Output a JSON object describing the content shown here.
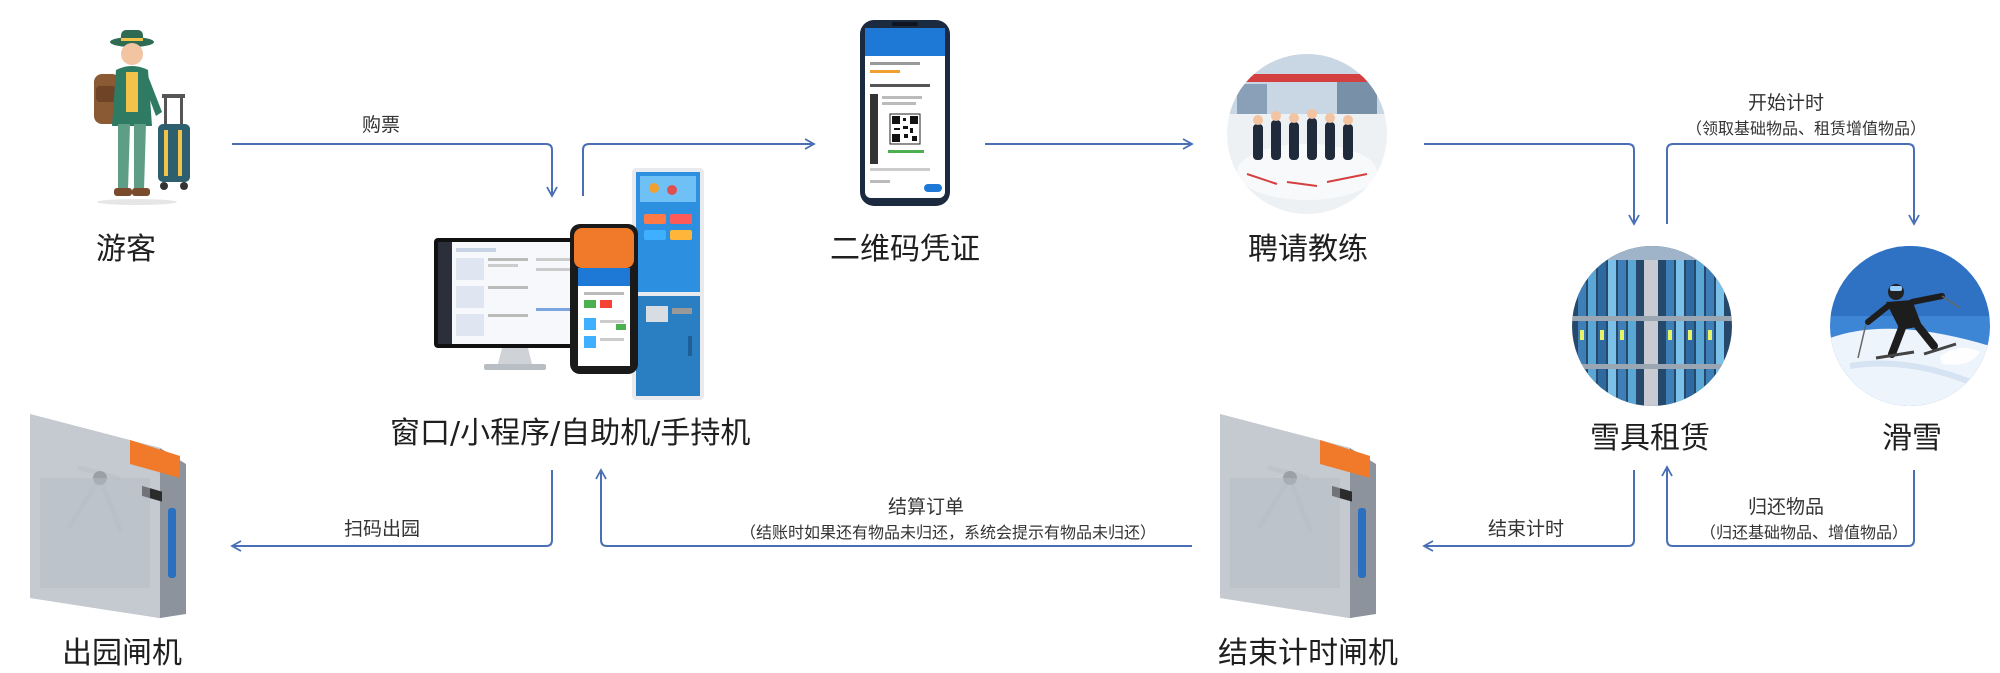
{
  "nodes": {
    "tourist": "游客",
    "channels": "窗口/小程序/自助机/手持机",
    "qrcode": "二维码凭证",
    "coach": "聘请教练",
    "rental": "雪具租赁",
    "skiing": "滑雪",
    "exit_gate": "出园闸机",
    "end_gate": "结束计时闸机"
  },
  "edges": {
    "buy": "购票",
    "start_timing": "开始计时",
    "start_timing_note": "（领取基础物品、租赁增值物品）",
    "return_items": "归还物品",
    "return_items_note": "（归还基础物品、增值物品）",
    "end_timing": "结束计时",
    "settle": "结算订单",
    "settle_note": "（结账时如果还有物品未归还，系统会提示有物品未归还）",
    "scan_exit": "扫码出园"
  },
  "colors": {
    "arrow": "#4a6fb5",
    "accent_orange": "#f07a2a",
    "accent_blue": "#1e78d6"
  }
}
